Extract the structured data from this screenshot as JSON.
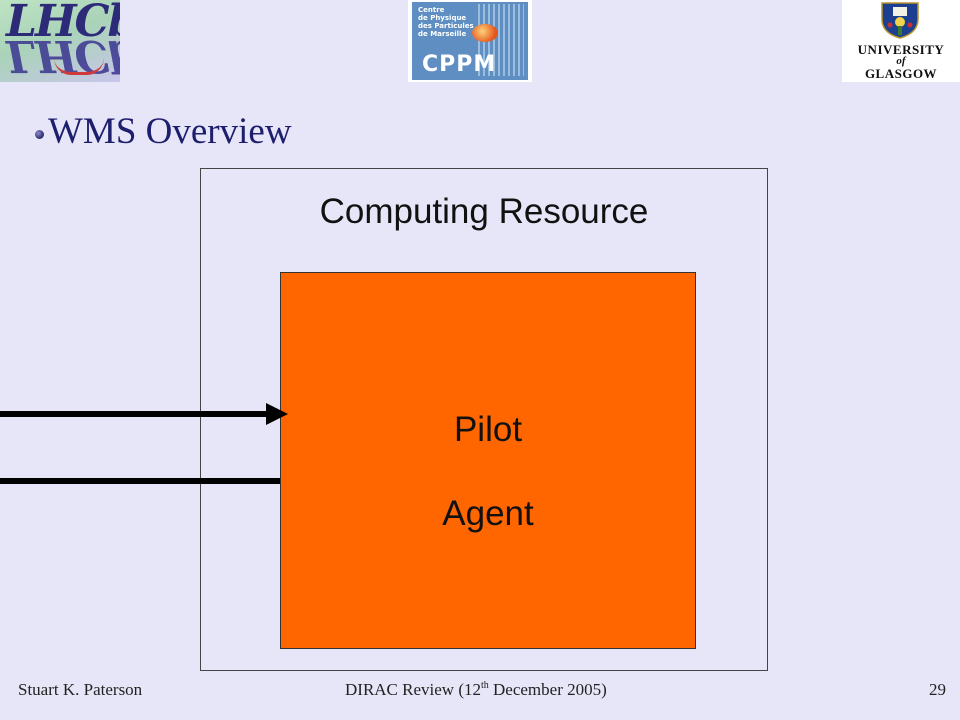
{
  "slide": {
    "title": "WMS Overview",
    "logos": {
      "lhcb": "LHCb",
      "cppm": {
        "text": "Centre\nde Physique\ndes Particules\nde Marseille",
        "acronym": "CPPM"
      },
      "glasgow": {
        "line1": "UNIVERSITY",
        "line2": "of",
        "line3": "GLASGOW"
      }
    },
    "colors": {
      "background": "#e6e6f8",
      "pilot_box": "#ff6600",
      "title": "#1e1e6e"
    }
  },
  "diagram": {
    "container_label": "Computing Resource",
    "inner_box": {
      "line1": "Pilot",
      "line2": "Agent"
    }
  },
  "footer": {
    "author": "Stuart K. Paterson",
    "event_prefix": "DIRAC Review (12",
    "event_sup": "th",
    "event_suffix": " December 2005)",
    "page_number": "29"
  }
}
